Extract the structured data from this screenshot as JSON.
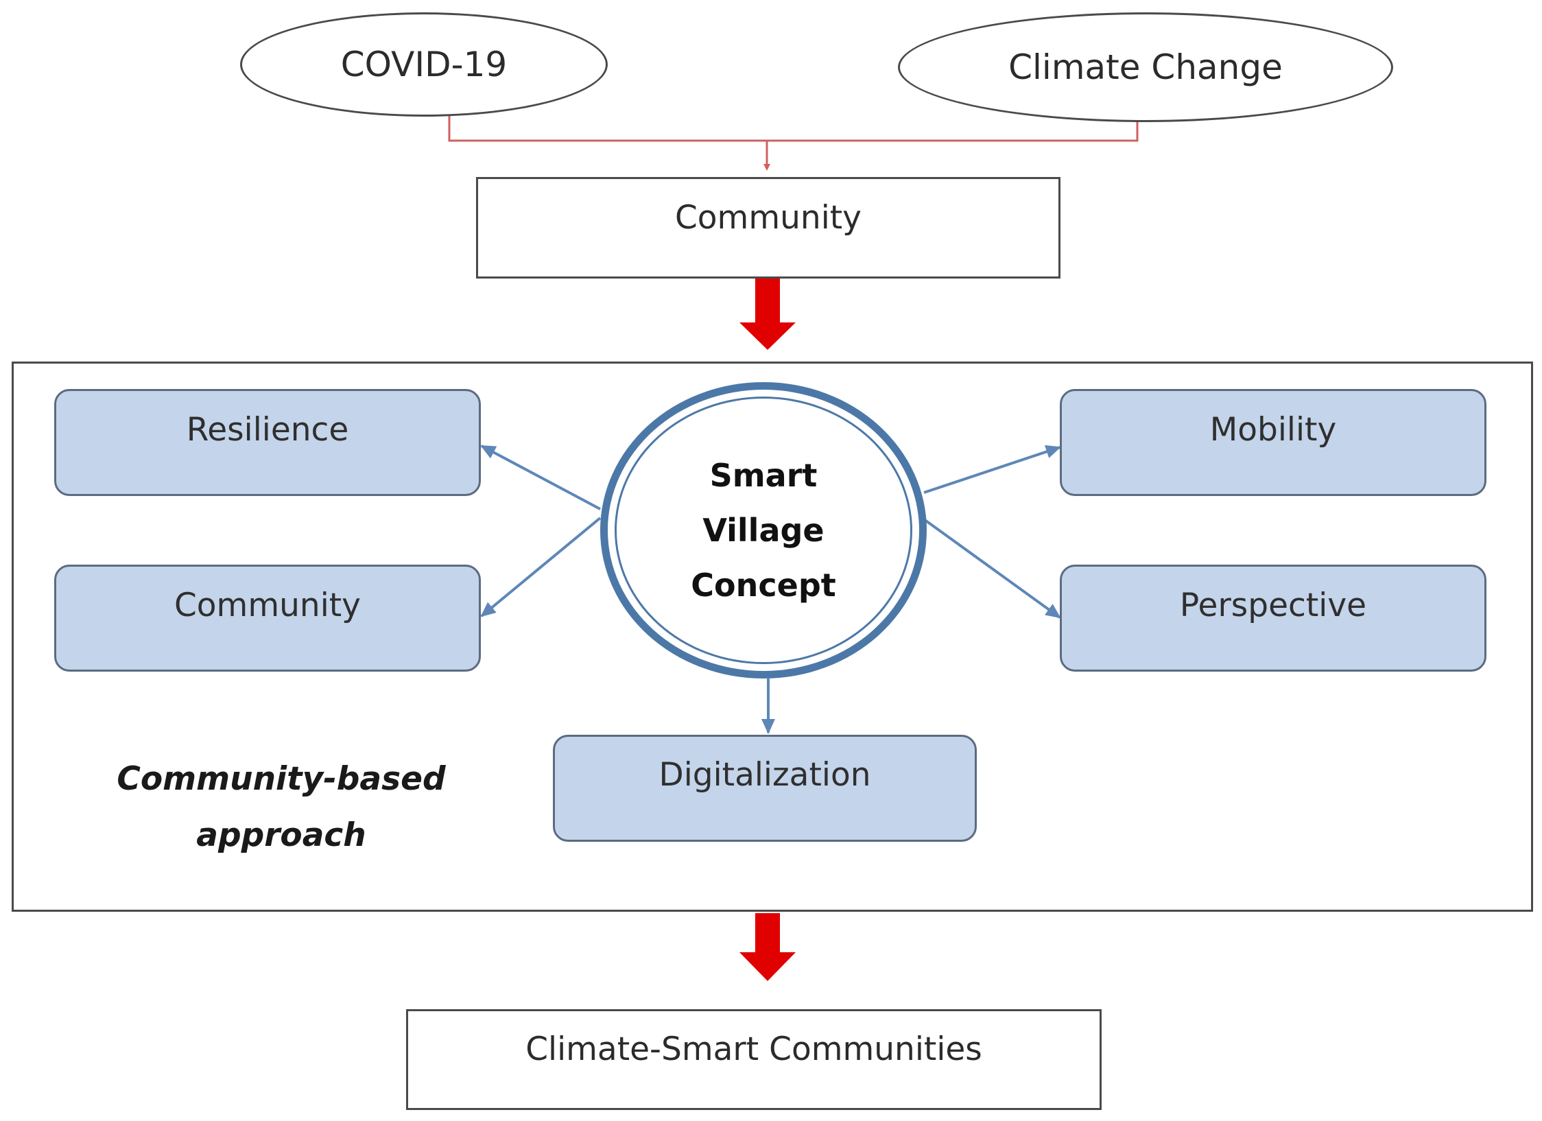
{
  "inputs": {
    "covid": "COVID-19",
    "climate_change": "Climate Change"
  },
  "community_top": "Community",
  "center": {
    "line1": "Smart",
    "line2": "Village",
    "line3": "Concept"
  },
  "components": {
    "resilience": "Resilience",
    "community": "Community",
    "mobility": "Mobility",
    "perspective": "Perspective",
    "digitalization": "Digitalization"
  },
  "approach": {
    "line1": "Community-based",
    "line2": "approach"
  },
  "output": "Climate-Smart Communities",
  "colors": {
    "big_arrow": "#e00000",
    "thin_connector": "#d06060",
    "box_fill": "#c4d4ea",
    "circle_stroke": "#4c78a8",
    "link_arrow": "#5e87b8"
  }
}
